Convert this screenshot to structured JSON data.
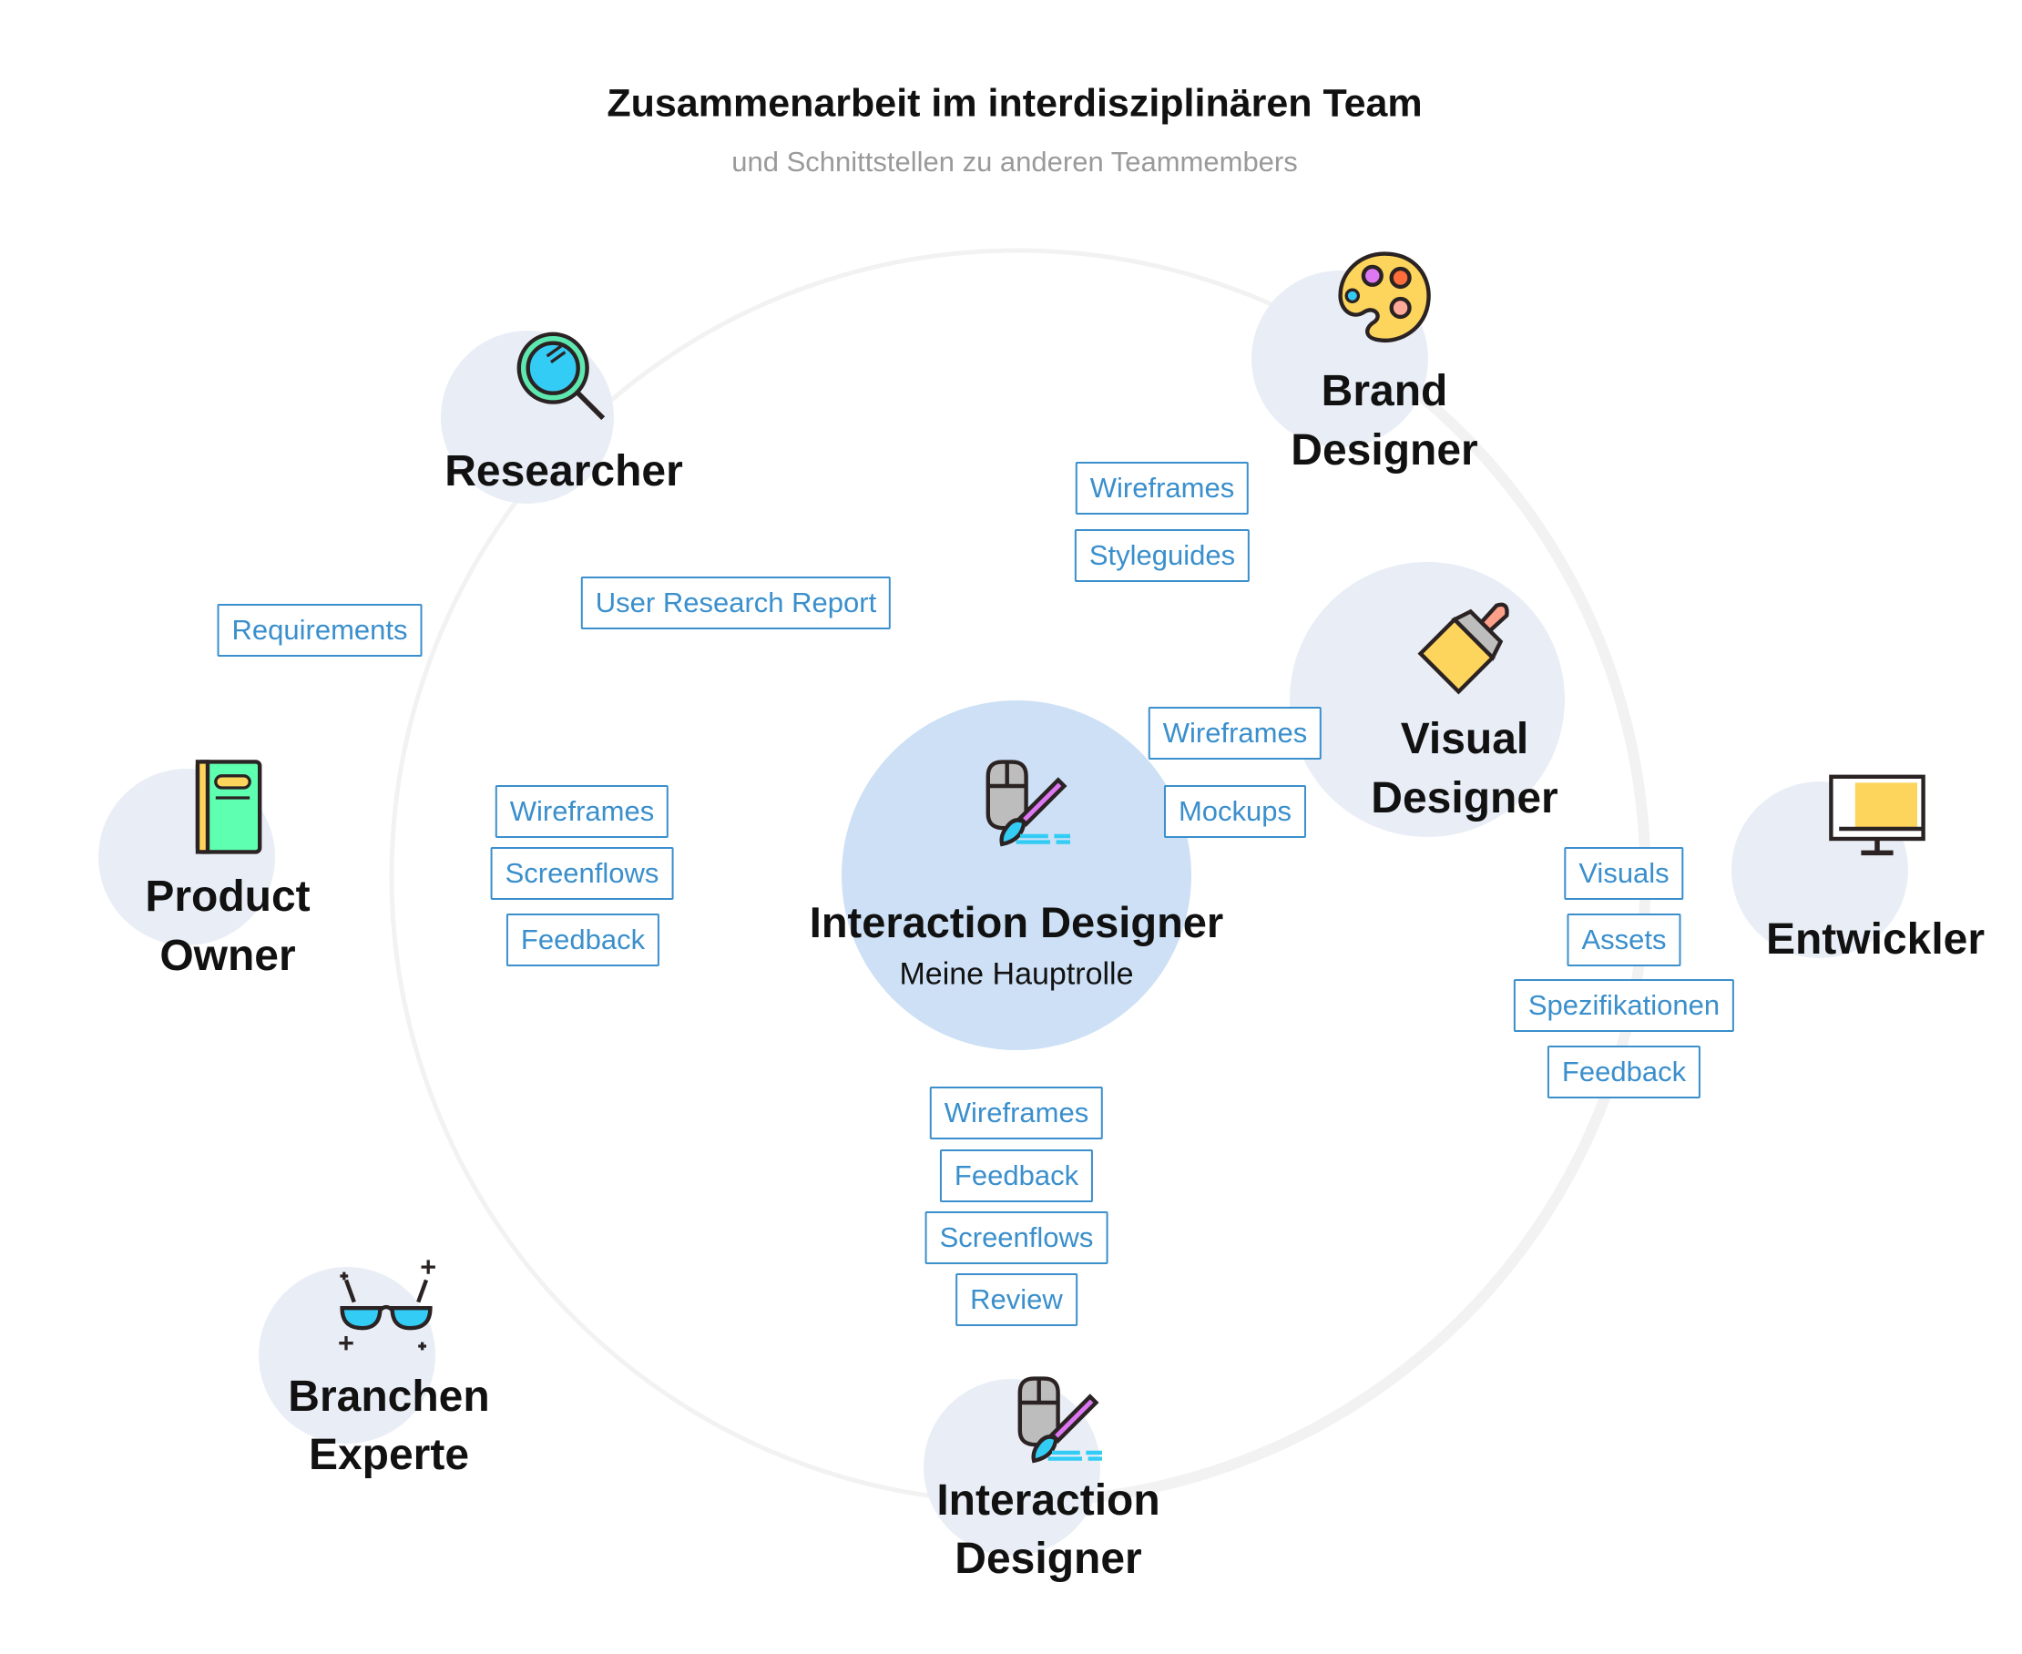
{
  "header": {
    "title": "Zusammenarbeit im interdisziplinären Team",
    "subtitle": "und Schnittstellen zu anderen Teammembers"
  },
  "center": {
    "title": "Interaction Designer",
    "subtitle": "Meine Hauptrolle",
    "icon": "mouse-brush-icon"
  },
  "roles": {
    "researcher": {
      "label": "Researcher",
      "icon": "magnifier-icon"
    },
    "brand": {
      "line1": "Brand",
      "line2": "Designer",
      "icon": "palette-icon"
    },
    "visual": {
      "line1": "Visual",
      "line2": "Designer",
      "icon": "paintbrush-icon"
    },
    "dev": {
      "label": "Entwickler",
      "icon": "monitor-icon"
    },
    "po": {
      "line1": "Product",
      "line2": "Owner",
      "icon": "book-icon"
    },
    "expert": {
      "line1": "Branchen",
      "line2": "Experte",
      "icon": "glasses-icon"
    },
    "ixd": {
      "line1": "Interaction",
      "line2": "Designer",
      "icon": "mouse-brush-icon"
    }
  },
  "tags": {
    "brand": [
      "Wireframes",
      "Styleguides"
    ],
    "researcher": [
      "User Research Report"
    ],
    "po": [
      "Requirements"
    ],
    "visual": [
      "Wireframes",
      "Mockups"
    ],
    "left": [
      "Wireframes",
      "Screenflows",
      "Feedback"
    ],
    "dev": [
      "Visuals",
      "Assets",
      "Spezifikationen",
      "Feedback"
    ],
    "ixd": [
      "Wireframes",
      "Feedback",
      "Screenflows",
      "Review"
    ]
  },
  "colors": {
    "accent": "#3a8fcc",
    "center": "#cde0f5",
    "role": "#e9eef6",
    "ring": "#f2f2f2"
  }
}
